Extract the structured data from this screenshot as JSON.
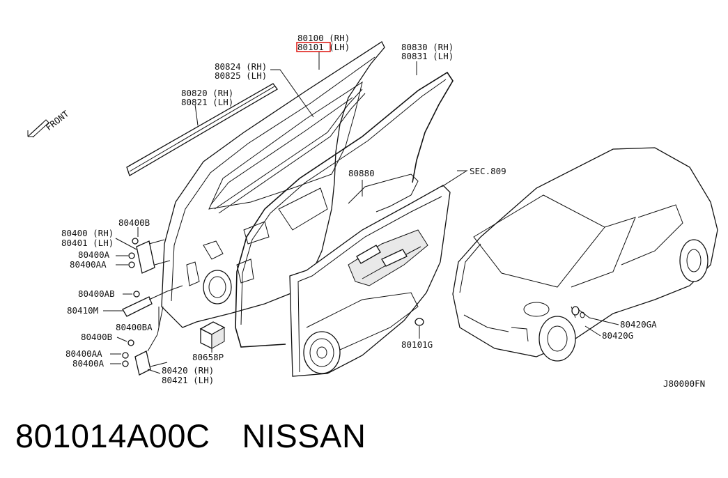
{
  "diagram": {
    "front_label": "FRONT",
    "diagram_code": "J80000FN",
    "highlight_color": "#e0201b",
    "parts": {
      "p80100": "80100 (RH)",
      "p80101": "80101 (LH)",
      "p80830": "80830 (RH)",
      "p80831": "80831 (LH)",
      "p80824": "80824 (RH)",
      "p80825": "80825 (LH)",
      "p80820": "80820 (RH)",
      "p80821": "80821 (LH)",
      "p80880": "80880",
      "sec809": "SEC.809",
      "p80400B_top": "80400B",
      "p80400": "80400 (RH)",
      "p80401": "80401 (LH)",
      "p80400A_top": "80400A",
      "p80400AA_top": "80400AA",
      "p80400AB": "80400AB",
      "p80410M": "80410M",
      "p80400BA": "80400BA",
      "p80400B_bot": "80400B",
      "p80400AA_bot": "80400AA",
      "p80400A_bot": "80400A",
      "p80658P": "80658P",
      "p80420": "80420 (RH)",
      "p80421": "80421 (LH)",
      "p80101G": "80101G",
      "p80420GA": "80420GA",
      "p80420G": "80420G"
    }
  },
  "caption": {
    "part_number": "801014A00C",
    "brand": "NISSAN"
  }
}
